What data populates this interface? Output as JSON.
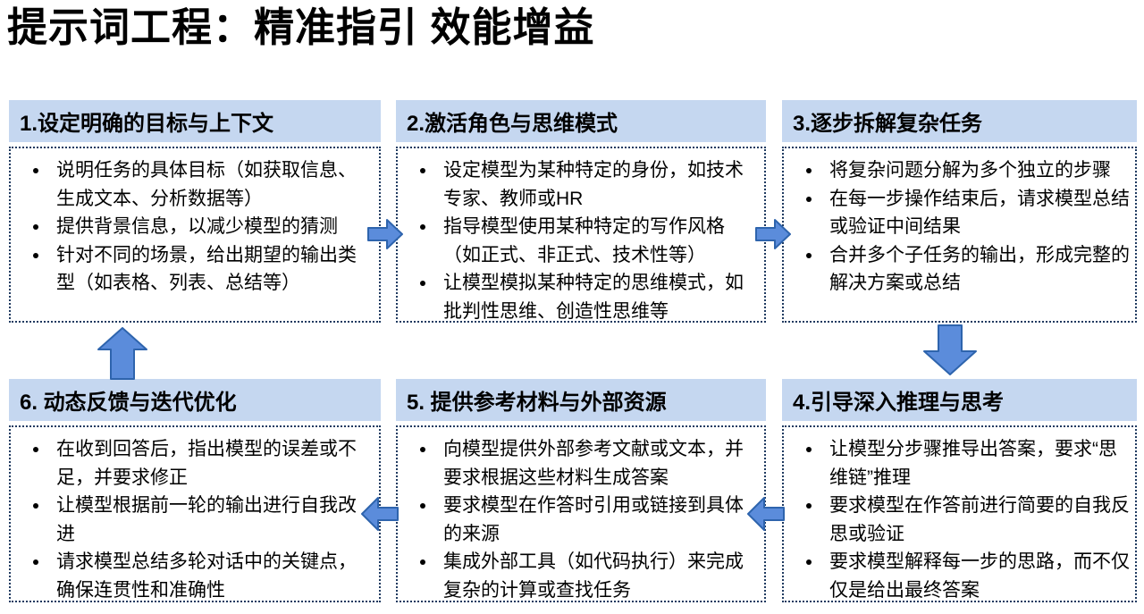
{
  "title": "提示词工程：精准指引 效能增益",
  "colors": {
    "header_bg": "#c5d7f0",
    "arrow_fill": "#5b8cdb",
    "arrow_stroke": "#2e64ad",
    "border_color": "#1f3a60",
    "text_color": "#000000",
    "page_bg": "#ffffff"
  },
  "boxes": [
    {
      "title": "1.设定明确的目标与上下文",
      "bullets": [
        "说明任务的具体目标（如获取信息、生成文本、分析数据等）",
        "提供背景信息，以减少模型的猜测",
        "针对不同的场景，给出期望的输出类型（如表格、列表、总结等）"
      ]
    },
    {
      "title": "2.激活角色与思维模式",
      "bullets": [
        "设定模型为某种特定的身份，如技术专家、教师或HR",
        "指导模型使用某种特定的写作风格（如正式、非正式、技术性等）",
        "让模型模拟某种特定的思维模式，如批判性思维、创造性思维等"
      ]
    },
    {
      "title": "3.逐步拆解复杂任务",
      "bullets": [
        "将复杂问题分解为多个独立的步骤",
        "在每一步操作结束后，请求模型总结或验证中间结果",
        "合并多个子任务的输出，形成完整的解决方案或总结"
      ]
    },
    {
      "title": "4.引导深入推理与思考",
      "bullets": [
        "让模型分步骤推导出答案，要求“思维链”推理",
        "要求模型在作答前进行简要的自我反思或验证",
        "要求模型解释每一步的思路，而不仅仅是给出最终答案"
      ]
    },
    {
      "title": "5. 提供参考材料与外部资源",
      "bullets": [
        "向模型提供外部参考文献或文本，并要求根据这些材料生成答案",
        "要求模型在作答时引用或链接到具体的来源",
        "集成外部工具（如代码执行）来完成复杂的计算或查找任务"
      ]
    },
    {
      "title": "6. 动态反馈与迭代优化",
      "bullets": [
        "在收到回答后，指出模型的误差或不足，并要求修正",
        "让模型根据前一轮的输出进行自我改进",
        "请求模型总结多轮对话中的关键点，确保连贯性和准确性"
      ]
    }
  ],
  "flow": [
    "1→2",
    "2→3",
    "3→4",
    "4→5",
    "5→6",
    "6→1"
  ]
}
